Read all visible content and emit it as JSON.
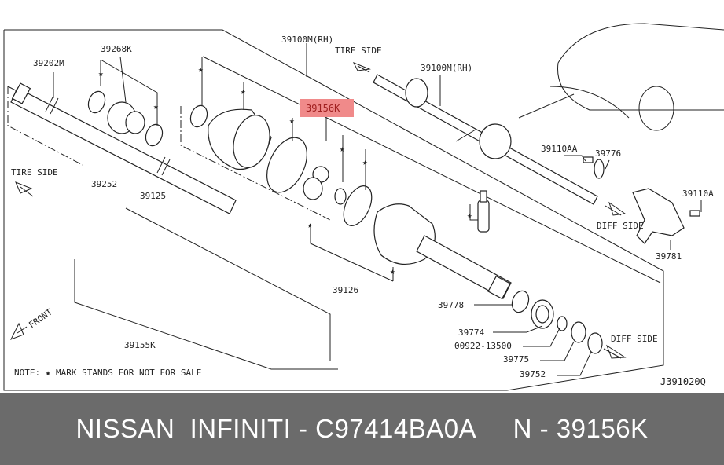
{
  "diagram": {
    "labels": {
      "p39100m_rh_a": "39100M(RH)",
      "p39100m_rh_b": "39100M(RH)",
      "p39268k": "39268K",
      "p39202m": "39202M",
      "p39156k": "39156K",
      "p39252": "39252",
      "p39125": "39125",
      "p39110aa": "39110AA",
      "p39776": "39776",
      "p39110a": "39110A",
      "p39781": "39781",
      "p39126": "39126",
      "p39778": "39778",
      "p39774": "39774",
      "p00922": "00922-13500",
      "p39775": "39775",
      "p39752": "39752",
      "p39155k": "39155K"
    },
    "directions": {
      "tire_side_top": "TIRE SIDE",
      "tire_side_left": "TIRE SIDE",
      "diff_side_upper": "DIFF SIDE",
      "diff_side_lower": "DIFF SIDE",
      "front": "FRONT"
    },
    "note": "NOTE: ★  MARK STANDS FOR NOT FOR SALE",
    "figure_code": "J391020Q",
    "highlight_color": "#f08a8a"
  },
  "banner": {
    "text": "NISSAN  INFINITI - C97414BA0A     N - 39156K"
  }
}
